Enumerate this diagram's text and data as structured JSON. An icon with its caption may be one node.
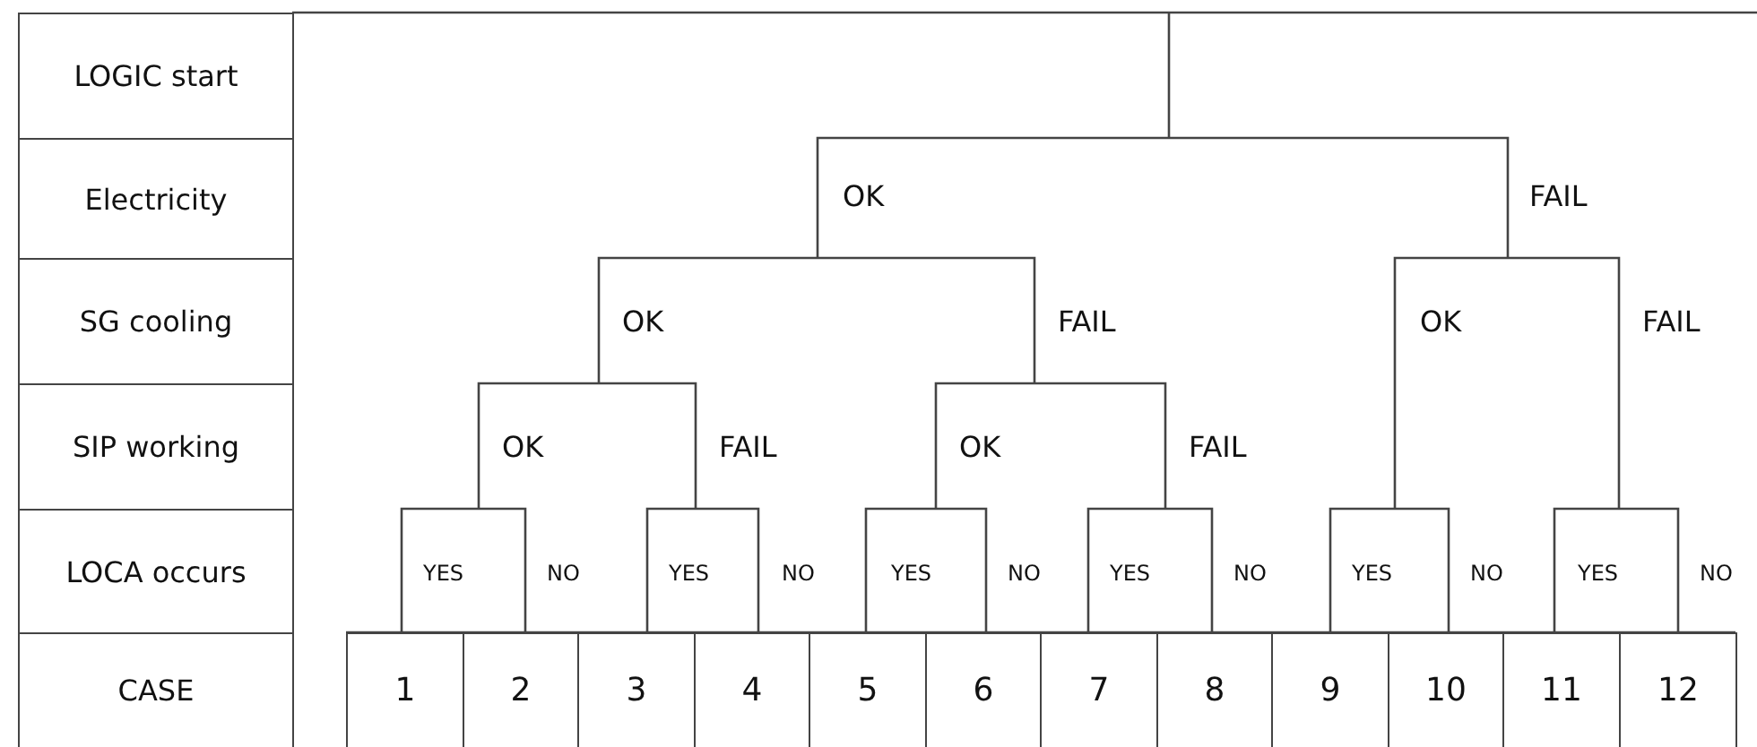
{
  "diagram": {
    "nodes": [
      {
        "text": [
          "LOGIC start"
        ]
      },
      {
        "text": [
          "Electricity"
        ]
      },
      {
        "text": [
          "SG cooling"
        ]
      },
      {
        "text": [
          "SIP working"
        ]
      },
      {
        "text": [
          "LOCA occurs"
        ]
      },
      {
        "text": [
          "CASE"
        ]
      },
      {
        "text": [
          "1"
        ]
      },
      {
        "text": [
          "2"
        ]
      },
      {
        "text": [
          "3"
        ]
      },
      {
        "text": [
          "4"
        ]
      },
      {
        "text": [
          "5"
        ]
      },
      {
        "text": [
          "6"
        ]
      },
      {
        "text": [
          "7"
        ]
      },
      {
        "text": [
          "8"
        ]
      },
      {
        "text": [
          "9"
        ]
      },
      {
        "text": [
          "10"
        ]
      },
      {
        "text": [
          "11"
        ]
      },
      {
        "text": [
          "12"
        ]
      }
    ],
    "labels": [
      "OK",
      "FAIL",
      "OK",
      "FAIL",
      "OK",
      "FAIL",
      "OK",
      "FAIL",
      "OK",
      "FAIL",
      "YES",
      "NO",
      "YES",
      "NO",
      "YES",
      "NO",
      "YES",
      "NO",
      "YES",
      "NO",
      "YES",
      "NO"
    ]
  }
}
